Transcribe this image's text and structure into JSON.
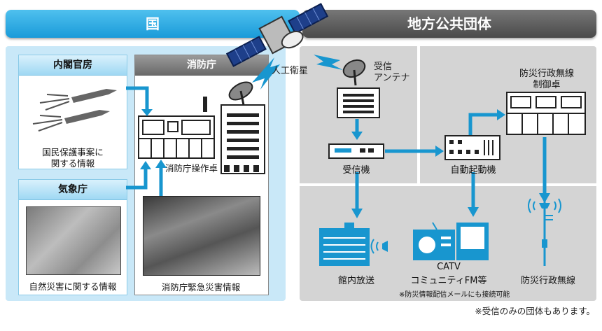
{
  "header": {
    "left_title": "国",
    "right_title": "地方公共団体"
  },
  "national": {
    "cabinet": {
      "title": "内閣官房",
      "caption_line1": "国民保護事案に",
      "caption_line2": "関する情報"
    },
    "jma": {
      "title": "気象庁",
      "caption": "自然災害に関する情報"
    },
    "fdma": {
      "title": "消防庁",
      "console_label": "消防庁操作卓",
      "caption": "消防庁緊急災害情報"
    }
  },
  "satellite_label": "人工衛星",
  "local": {
    "antenna_line1": "受信",
    "antenna_line2": "アンテナ",
    "receiver": "受信機",
    "auto_starter": "自動起動機",
    "control_line1": "防災行政無線",
    "control_line2": "制御卓",
    "building_broadcast": "館内放送",
    "catv_line1": "CATV",
    "catv_line2": "コミュニティFM等",
    "wireless": "防災行政無線",
    "mail_note": "※防災情報配信メールにも接続可能"
  },
  "footnote": "※受信のみの団体もあります。",
  "colors": {
    "accent_blue": "#1a9bd9",
    "arrow_blue": "#1896cf",
    "dark_gray": "#4a4a4a",
    "light_blue_bg": "#c9e8f8",
    "gray_bg": "#d4d4d4"
  }
}
